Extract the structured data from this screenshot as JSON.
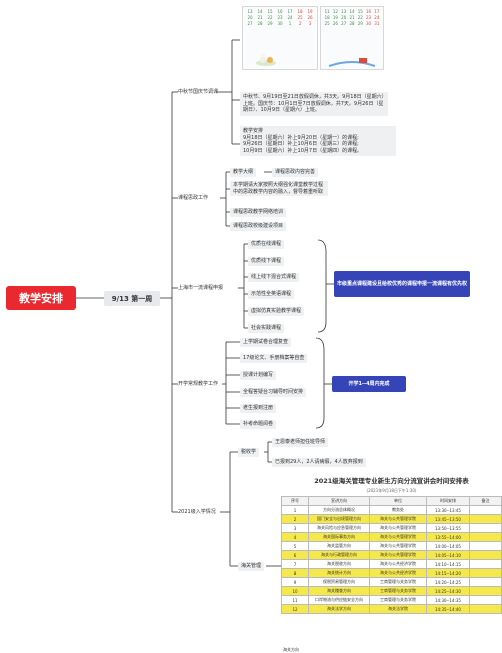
{
  "root": {
    "label": "教学安排"
  },
  "week": {
    "label": "9/13 第一周"
  },
  "branches": {
    "holiday": {
      "label": "中秋节国庆节调课",
      "calendar_left": {
        "numbers": [
          "13",
          "14",
          "15",
          "16",
          "17",
          "18",
          "19",
          "20",
          "21",
          "22",
          "23",
          "24",
          "25",
          "26",
          "27",
          "28",
          "29",
          "30",
          "1",
          "2",
          "3"
        ]
      },
      "calendar_right": {
        "numbers": [
          "11",
          "12",
          "13",
          "14",
          "15",
          "16",
          "17",
          "18",
          "19",
          "20",
          "21",
          "22",
          "23",
          "24",
          "25",
          "26",
          "27",
          "28",
          "29",
          "30",
          "31"
        ]
      },
      "note1": "中秋节、9月19日至21日放假调休，共3天。9月18日（星期六）上班。国庆节：10月1日至7日放假调休，共7天。9月26日（星期日）、10月9日（星期六）上班。",
      "note2_title": "教学安排",
      "note2_lines": [
        "9月18日（星期六）补上9月20日（星期一）的课程;",
        "9月26日（星期日）补上10月6日（星期三）的课程;",
        "10月9日（星期六）补上10月7日（星期四）的课程。"
      ]
    },
    "reform": {
      "label": "课程思政工作",
      "items": [
        "教学大纲",
        "课程思政内容完善",
        "本学期请大家按照大纲强化课堂教学过程中的思政教学内容的融入，督导着重听取",
        "课程思政教学网络培训",
        "课程思政校级建设项目"
      ]
    },
    "shanghai": {
      "label": "上海市一流课程申报",
      "items": [
        "优质在线课程",
        "优质线下课程",
        "线上线下混合式课程",
        "示范性全英语课程",
        "虚拟仿真实验教学课程",
        "社会实践课程"
      ],
      "badge": "市级重点课程建设且给校优秀的课程申报一流课程有优先权"
    },
    "routine": {
      "label": "开学常规教学工作",
      "items": [
        "上学期试卷合理复查",
        "17级论文、手册档案等自查",
        "授课计划编写",
        "全程答疑台习辅导时间安排",
        "老生报到注册",
        "补考命题阅卷"
      ],
      "badge": "开学1--4周内完成"
    },
    "enroll": {
      "label": "2021级入学情况",
      "sub_a": {
        "label": "税收学",
        "items": [
          "王恩泰老师担任班导师",
          "已报到29人，2人请病假，4人放弃报到"
        ]
      },
      "sub_b": {
        "label": "海关管理"
      },
      "table": {
        "title": "2021级海关管理专业新生方向分流宣讲会时间安排表",
        "subtitle": "(2021年9月18日下午1:30)",
        "headers": [
          "序号",
          "宣讲方向",
          "单位",
          "时间安排",
          "备注"
        ],
        "rows": [
          {
            "no": "1",
            "dir": "方向分流总体概况",
            "unit": "教务处",
            "time": "13:30--13:45",
            "hl": false
          },
          {
            "no": "2",
            "dir": "国门安全与出境管理方向",
            "unit": "海关与公共管理学院",
            "time": "13:45--13:50",
            "hl": true
          },
          {
            "no": "3",
            "dir": "海关风险与应急管理方向",
            "unit": "海关与公共管理学院",
            "time": "13:50--13:55",
            "hl": false
          },
          {
            "no": "4",
            "dir": "海关国际事务方向",
            "unit": "海关与公共管理学院",
            "time": "13:55--14:00",
            "hl": true
          },
          {
            "no": "5",
            "dir": "海关监管方向",
            "unit": "海关与公共管理学院",
            "time": "14:00--14:05",
            "hl": false
          },
          {
            "no": "6",
            "dir": "海关与行政管理方向",
            "unit": "海关与公共管理学院",
            "time": "14:05--14:10",
            "hl": true
          },
          {
            "no": "7",
            "dir": "海关税收方向",
            "unit": "海关与公共经济学院",
            "time": "14:10--14:15",
            "hl": false
          },
          {
            "no": "8",
            "dir": "海关统计方向",
            "unit": "海关与公共经济学院",
            "time": "14:15--14:20",
            "hl": true
          },
          {
            "no": "9",
            "dir": "保税贸易管理方向",
            "unit": "工商管理与关务学院",
            "time": "14:20--14:25",
            "hl": false
          },
          {
            "no": "10",
            "dir": "海关稽查方向",
            "unit": "工商管理与关务学院",
            "time": "14:25--14:30",
            "hl": true
          },
          {
            "no": "11",
            "dir": "口岸物流与供应链安全方向",
            "unit": "工商管理与关务学院",
            "time": "14:30--14:35",
            "hl": false
          },
          {
            "no": "12",
            "dir": "海关法学方向",
            "unit": "海关法学院",
            "time": "14:35--14:40",
            "hl": true
          }
        ],
        "footer": "海关方向"
      }
    }
  },
  "colors": {
    "root": "#e9282f",
    "badge": "#3545b8",
    "highlight": "#f5e84a"
  }
}
